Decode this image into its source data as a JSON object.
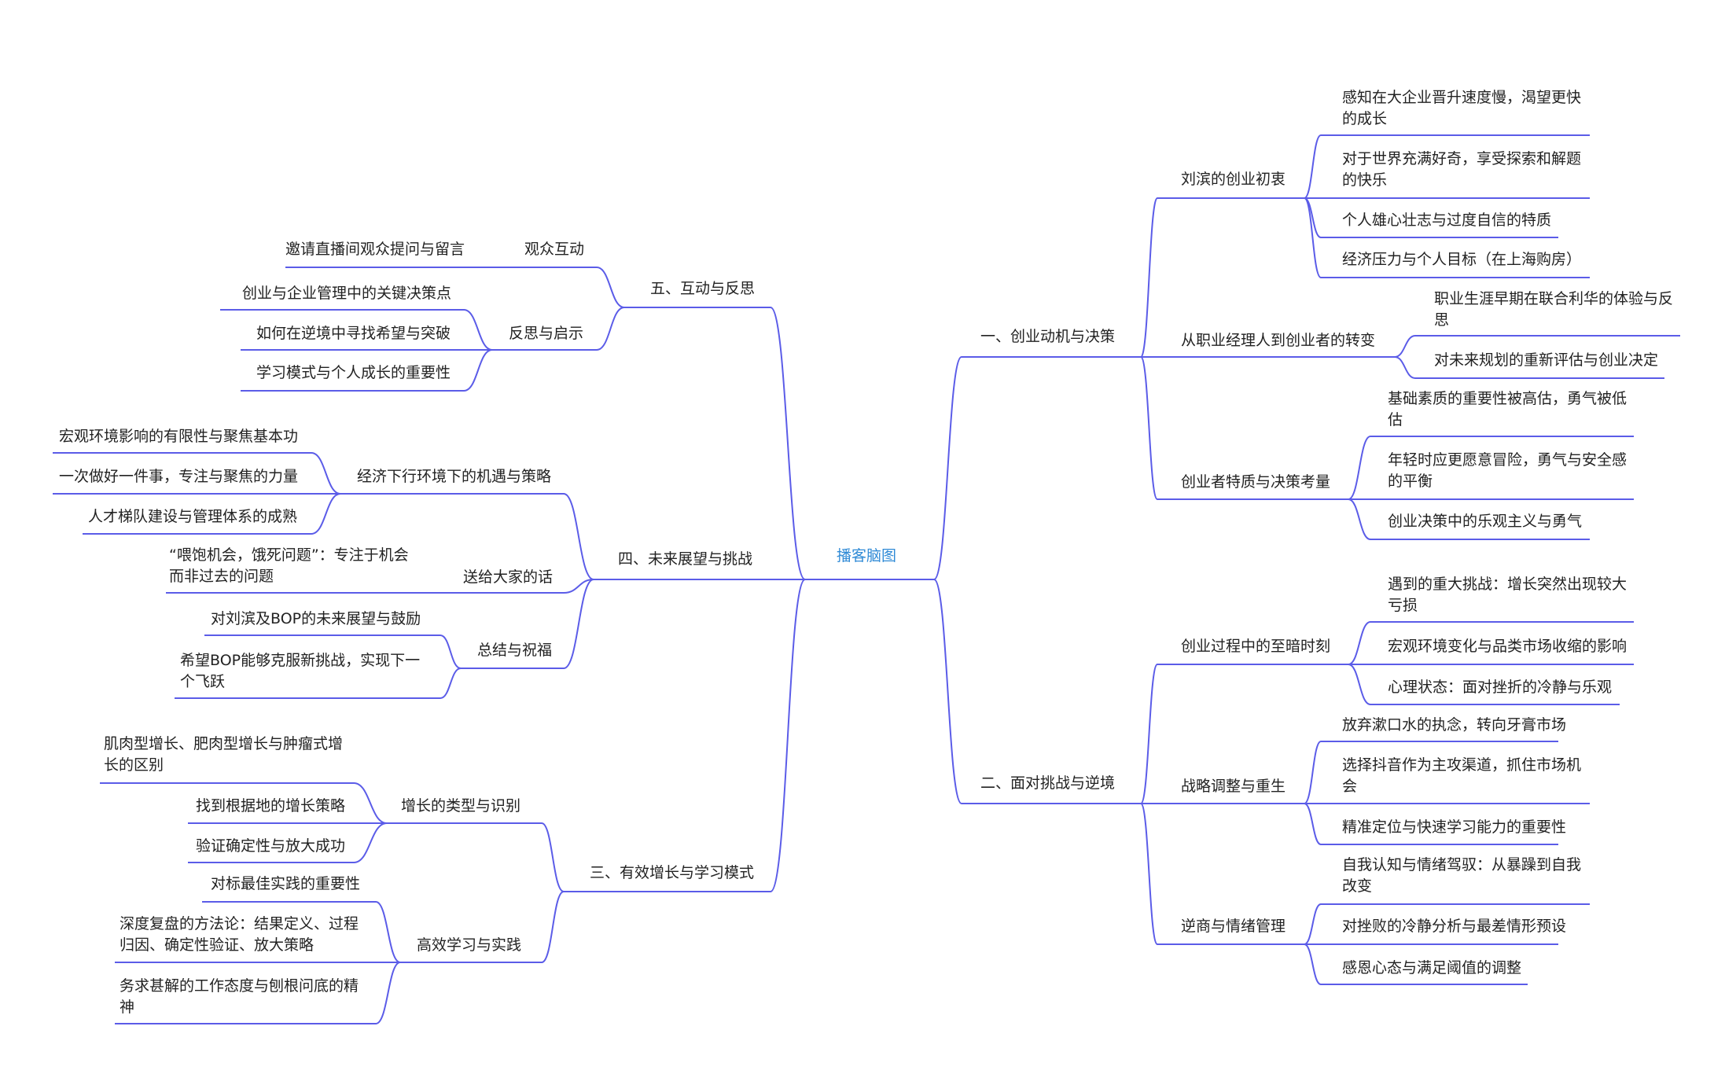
{
  "mindmap": {
    "root": "播客脑图",
    "line_color": "#5b5ce8",
    "root_color": "#2f8ad6",
    "branches": [
      {
        "label": "一、创业动机与决策",
        "children": [
          {
            "label": "刘滨的创业初衷",
            "items": [
              "感知在大企业晋升速度慢，渴望更快的成长",
              "对于世界充满好奇，享受探索和解题的快乐",
              "个人雄心壮志与过度自信的特质",
              "经济压力与个人目标（在上海购房）"
            ]
          },
          {
            "label": "从职业经理人到创业者的转变",
            "items": [
              "职业生涯早期在联合利华的体验与反思",
              "对未来规划的重新评估与创业决定"
            ]
          },
          {
            "label": "创业者特质与决策考量",
            "items": [
              "基础素质的重要性被高估，勇气被低估",
              "年轻时应更愿意冒险，勇气与安全感的平衡",
              "创业决策中的乐观主义与勇气"
            ]
          }
        ]
      },
      {
        "label": "二、面对挑战与逆境",
        "children": [
          {
            "label": "创业过程中的至暗时刻",
            "items": [
              "遇到的重大挑战：增长突然出现较大亏损",
              "宏观环境变化与品类市场收缩的影响",
              "心理状态：面对挫折的冷静与乐观"
            ]
          },
          {
            "label": "战略调整与重生",
            "items": [
              "放弃漱口水的执念，转向牙膏市场",
              "选择抖音作为主攻渠道，抓住市场机会",
              "精准定位与快速学习能力的重要性"
            ]
          },
          {
            "label": "逆商与情绪管理",
            "items": [
              "自我认知与情绪驾驭：从暴躁到自我改变",
              "对挫败的冷静分析与最差情形预设",
              "感恩心态与满足阈值的调整"
            ]
          }
        ]
      },
      {
        "label": "三、有效增长与学习模式",
        "children": [
          {
            "label": "增长的类型与识别",
            "items": [
              "肌肉型增长、肥肉型增长与肿瘤式增长的区别",
              "找到根据地的增长策略",
              "验证确定性与放大成功"
            ]
          },
          {
            "label": "高效学习与实践",
            "items": [
              "对标最佳实践的重要性",
              "深度复盘的方法论：结果定义、过程归因、确定性验证、放大策略",
              "务求甚解的工作态度与刨根问底的精神"
            ]
          }
        ]
      },
      {
        "label": "四、未来展望与挑战",
        "children": [
          {
            "label": "经济下行环境下的机遇与策略",
            "items": [
              "宏观环境影响的有限性与聚焦基本功",
              "一次做好一件事，专注与聚焦的力量",
              "人才梯队建设与管理体系的成熟"
            ]
          },
          {
            "label": "送给大家的话",
            "items": [
              "“喂饱机会，饿死问题”：专注于机会而非过去的问题"
            ]
          },
          {
            "label": "总结与祝福",
            "items": [
              "对刘滨及BOP的未来展望与鼓励",
              "希望BOP能够克服新挑战，实现下一个飞跃"
            ]
          }
        ]
      },
      {
        "label": "五、互动与反思",
        "children": [
          {
            "label": "观众互动",
            "items": [
              "邀请直播间观众提问与留言"
            ]
          },
          {
            "label": "反思与启示",
            "items": [
              "创业与企业管理中的关键决策点",
              "如何在逆境中寻找希望与突破",
              "学习模式与个人成长的重要性"
            ]
          }
        ]
      }
    ]
  }
}
